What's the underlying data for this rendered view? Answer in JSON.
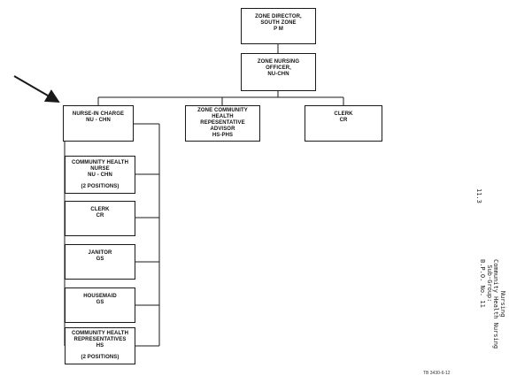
{
  "org_chart": {
    "zone_director": {
      "lines": [
        "ZONE DIRECTOR,",
        "SOUTH ZONE",
        "P M"
      ]
    },
    "zone_nursing_officer": {
      "lines": [
        "ZONE NURSING",
        "OFFICER,",
        "NU-CHN"
      ]
    },
    "nurse_in_charge": {
      "lines": [
        "NURSE-IN CHARGE",
        "NU - CHN"
      ]
    },
    "zone_chr_advisor": {
      "lines": [
        "ZONE  COMMUNITY",
        "HEALTH",
        "REPESENTATIVE",
        "ADVISOR",
        "HS-PHS"
      ]
    },
    "clerk_top": {
      "lines": [
        "CLERK",
        "CR"
      ]
    },
    "community_health_nurse": {
      "lines": [
        "COMMUNITY  HEALTH",
        "NURSE",
        "NU - CHN"
      ],
      "note": "(2  POSITIONS)"
    },
    "clerk": {
      "lines": [
        "CLERK",
        "CR"
      ]
    },
    "janitor": {
      "lines": [
        "JANITOR",
        "GS"
      ]
    },
    "housemaid": {
      "lines": [
        "HOUSEMAID",
        "GS"
      ]
    },
    "chr": {
      "lines": [
        "COMMUNITY  HEALTH",
        "REPRESENTATIVES",
        "HS"
      ],
      "note": "(2  POSITIONS)"
    }
  },
  "side_text": {
    "section": "11.3",
    "col1": [
      "Nursing",
      "Community Health Nursing"
    ],
    "col2": [
      "Sub-Group:",
      "B.P.O. No. 11"
    ]
  },
  "figure_code": "TB 3430-6-12",
  "colors": {
    "line": "#1a1a1a",
    "background": "#ffffff"
  }
}
